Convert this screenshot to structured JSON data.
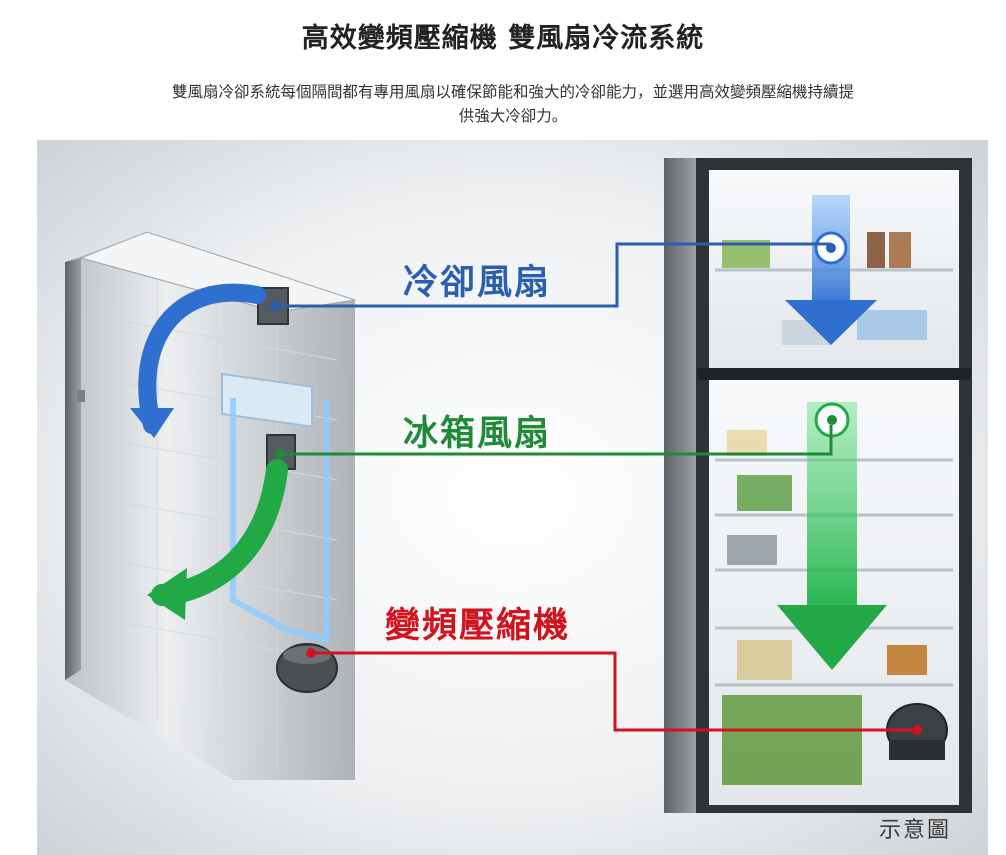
{
  "header": {
    "title": "高效變頻壓縮機 雙風扇冷流系統",
    "description": "雙風扇冷卻系統每個隔間都有專用風扇以確保節能和強大的冷卻能力，並選用高效變頻壓縮機持續提供強大冷卻力。"
  },
  "callouts": {
    "cooling_fan": "冷卻風扇",
    "fridge_fan": "冰箱風扇",
    "compressor": "變頻壓縮機"
  },
  "caption": "示意圖",
  "colors": {
    "cooling_fan": "#2a5fb0",
    "fridge_fan": "#1f8a38",
    "compressor": "#d2121c"
  }
}
